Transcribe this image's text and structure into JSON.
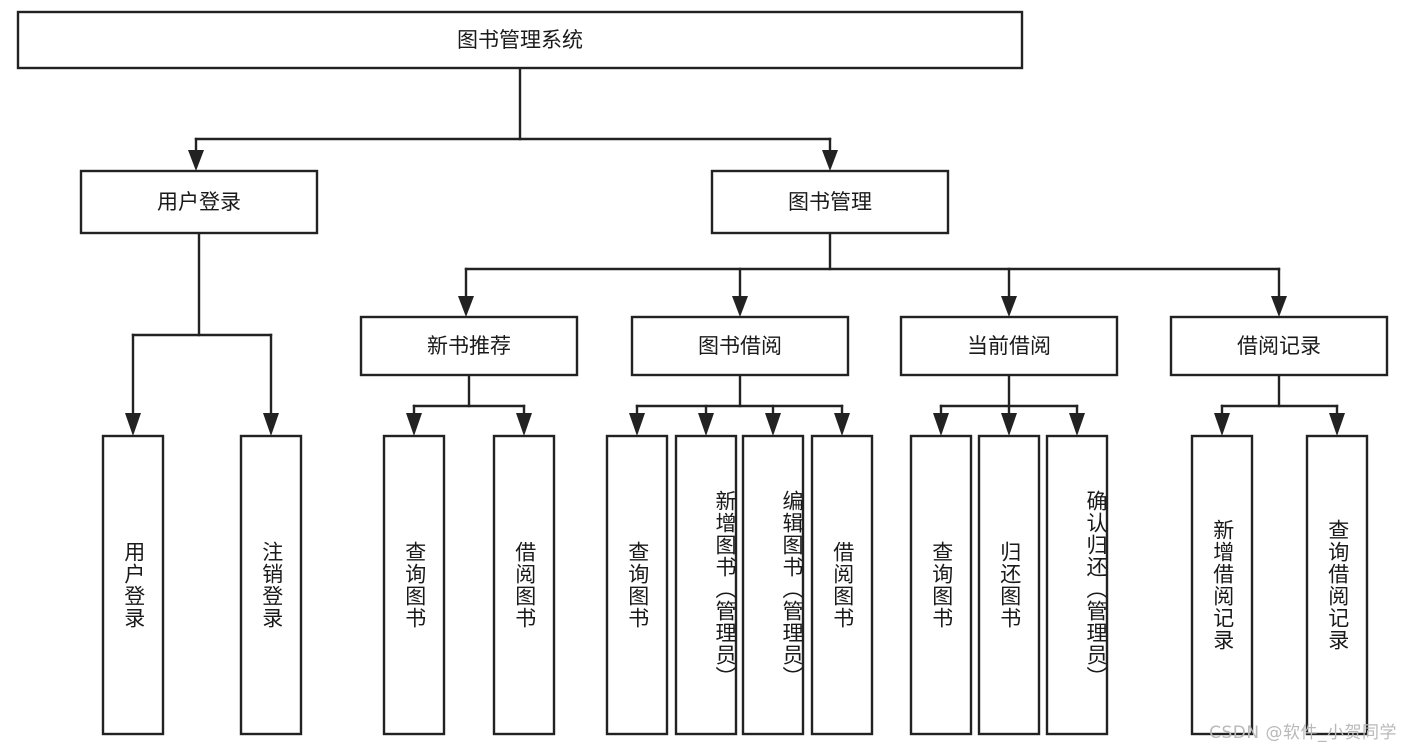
{
  "diagram": {
    "type": "tree-hierarchy-flowchart",
    "title": "图书管理系统",
    "root": {
      "id": "root",
      "label": "图书管理系统",
      "orientation": "horizontal"
    },
    "level2": [
      {
        "id": "user-login",
        "label": "用户登录",
        "orientation": "horizontal"
      },
      {
        "id": "book-manage",
        "label": "图书管理",
        "orientation": "horizontal"
      }
    ],
    "level3": [
      {
        "id": "new-book-recommend",
        "label": "新书推荐",
        "orientation": "horizontal",
        "parent": "book-manage"
      },
      {
        "id": "book-borrow",
        "label": "图书借阅",
        "orientation": "horizontal",
        "parent": "book-manage"
      },
      {
        "id": "current-borrow",
        "label": "当前借阅",
        "orientation": "horizontal",
        "parent": "book-manage"
      },
      {
        "id": "borrow-record",
        "label": "借阅记录",
        "orientation": "horizontal",
        "parent": "book-manage"
      }
    ],
    "leaves": [
      {
        "id": "leaf-user-login",
        "label": "用户登录",
        "orientation": "vertical",
        "parent": "user-login"
      },
      {
        "id": "leaf-logout-login",
        "label": "注销登录",
        "orientation": "vertical",
        "parent": "user-login"
      },
      {
        "id": "leaf-query-book-1",
        "label": "查询图书",
        "orientation": "vertical",
        "parent": "new-book-recommend"
      },
      {
        "id": "leaf-borrow-book-1",
        "label": "借阅图书",
        "orientation": "vertical",
        "parent": "new-book-recommend"
      },
      {
        "id": "leaf-query-book-2",
        "label": "查询图书",
        "orientation": "vertical",
        "parent": "book-borrow"
      },
      {
        "id": "leaf-add-book",
        "label": "新增图书（管理员）",
        "orientation": "vertical",
        "parent": "book-borrow"
      },
      {
        "id": "leaf-edit-book",
        "label": "编辑图书（管理员）",
        "orientation": "vertical",
        "parent": "book-borrow"
      },
      {
        "id": "leaf-borrow-book-2",
        "label": "借阅图书",
        "orientation": "vertical",
        "parent": "book-borrow"
      },
      {
        "id": "leaf-query-book-3",
        "label": "查询图书",
        "orientation": "vertical",
        "parent": "current-borrow"
      },
      {
        "id": "leaf-return-book",
        "label": "归还图书",
        "orientation": "vertical",
        "parent": "current-borrow"
      },
      {
        "id": "leaf-confirm-return",
        "label": "确认归还（管理员）",
        "orientation": "vertical",
        "parent": "current-borrow"
      },
      {
        "id": "leaf-add-record",
        "label": "新增借阅记录",
        "orientation": "vertical",
        "parent": "borrow-record"
      },
      {
        "id": "leaf-query-record",
        "label": "查询借阅记录",
        "orientation": "vertical",
        "parent": "borrow-record"
      }
    ],
    "colors": {
      "box_fill": "#ffffff",
      "box_stroke": "#222222",
      "text": "#1a1a1a",
      "background": "#ffffff",
      "watermark": "#b9b9b9"
    }
  },
  "watermark": {
    "text": "CSDN @软件_小贺同学"
  }
}
